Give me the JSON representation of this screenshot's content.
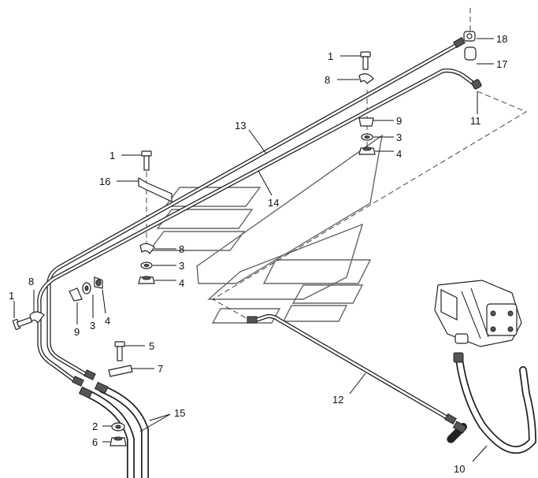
{
  "callouts": {
    "c1a": "1",
    "c1b": "1",
    "c1c": "1",
    "c2": "2",
    "c3a": "3",
    "c3b": "3",
    "c3c": "3",
    "c4a": "4",
    "c4b": "4",
    "c4c": "4",
    "c5": "5",
    "c6": "6",
    "c7": "7",
    "c8a": "8",
    "c8b": "8",
    "c8c": "8",
    "c9a": "9",
    "c9b": "9",
    "c10": "10",
    "c11": "11",
    "c12": "12",
    "c13": "13",
    "c14": "14",
    "c15": "15",
    "c16": "16",
    "c17": "17",
    "c18": "18"
  }
}
